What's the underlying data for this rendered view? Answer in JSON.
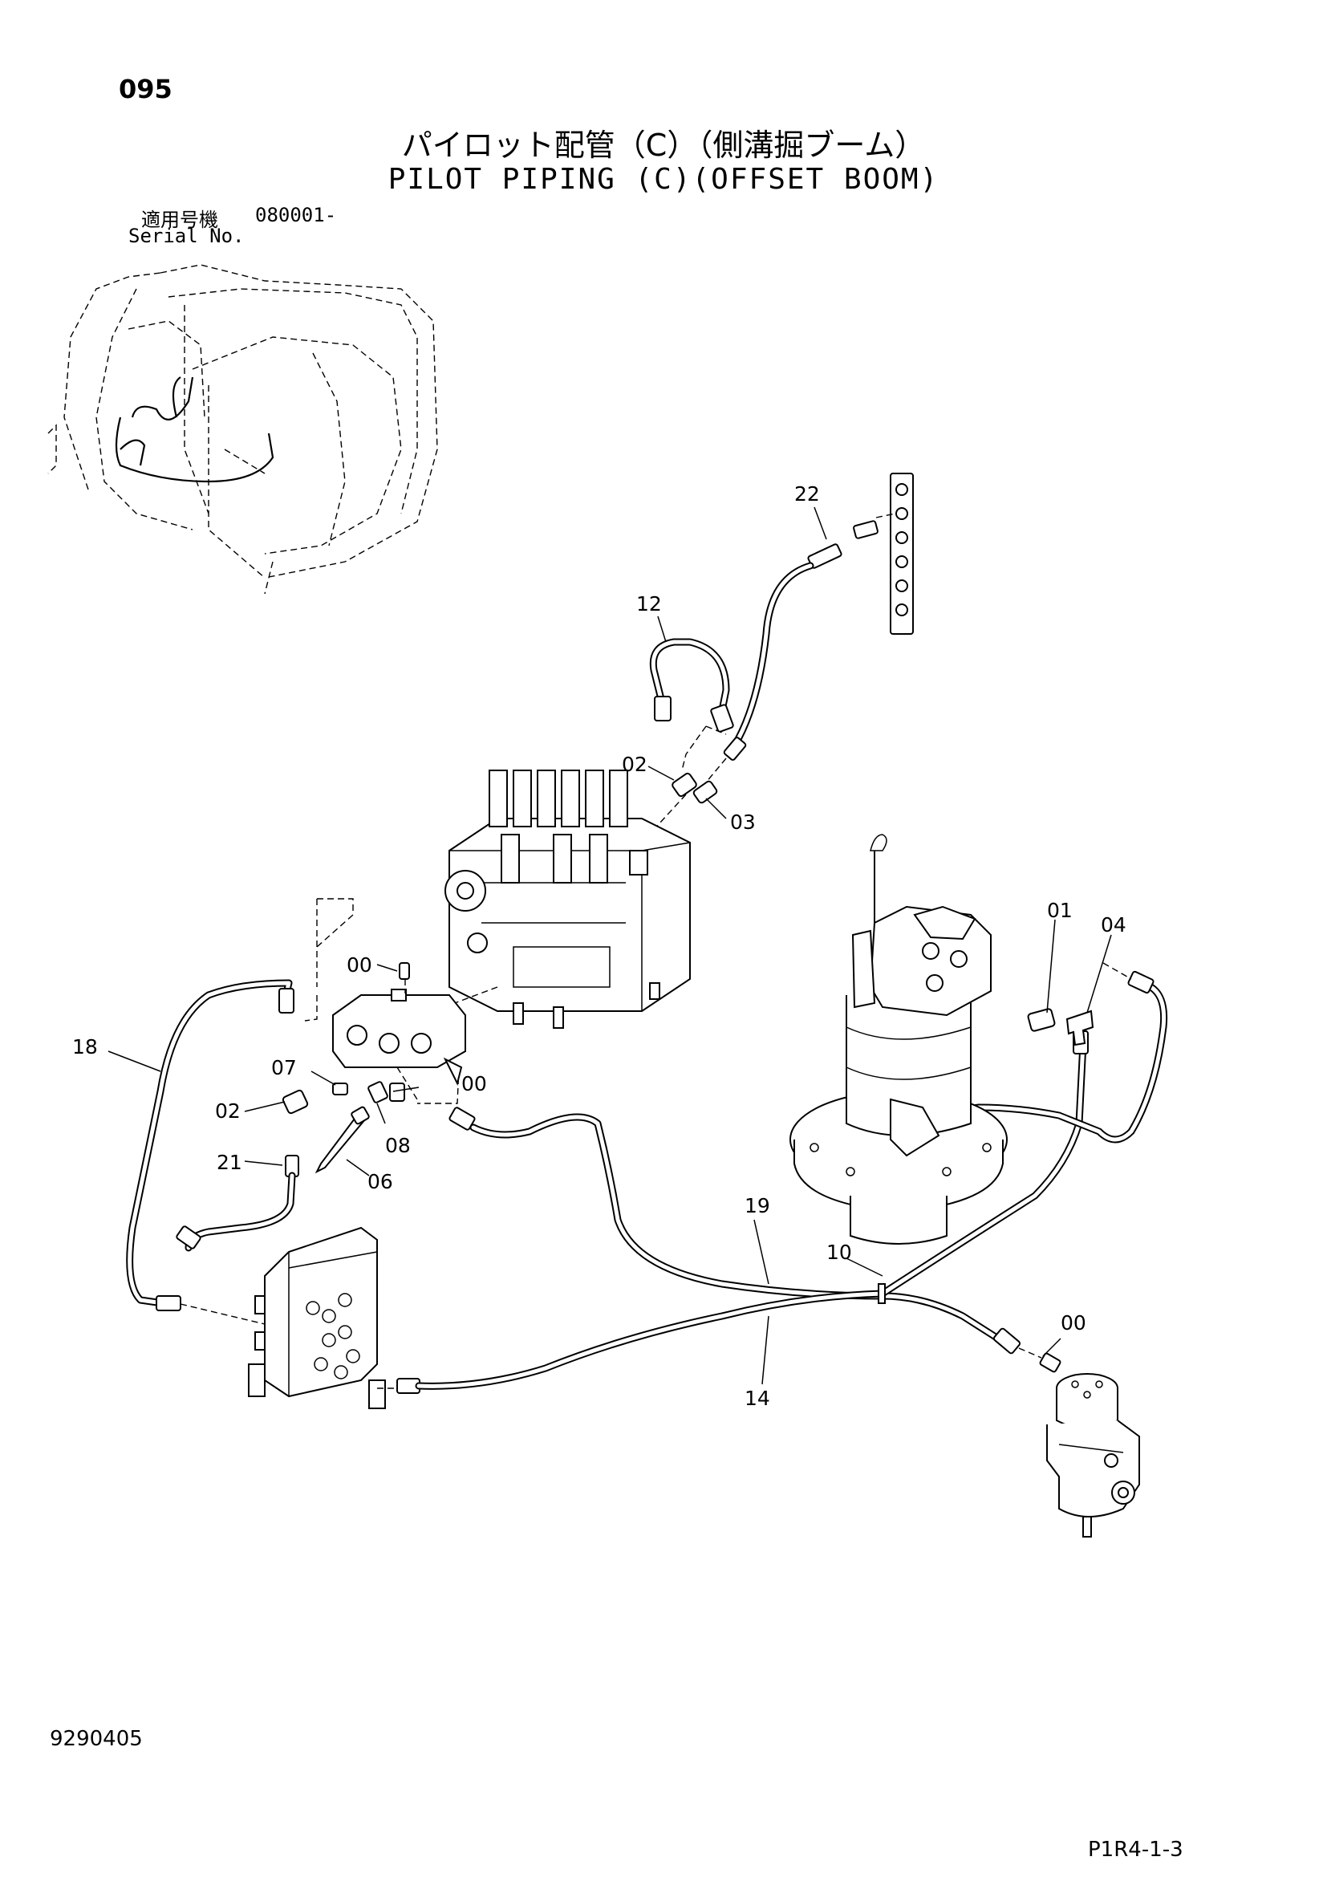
{
  "header": {
    "page_code": "095",
    "title_jp": "パイロット配管（C）（側溝掘ブーム）",
    "title_en": "PILOT PIPING (C)(OFFSET BOOM)",
    "serial_label_jp": "適用号機",
    "serial_value": "080001-",
    "serial_label_en": "Serial No."
  },
  "callouts": [
    {
      "id": "22",
      "label": "22"
    },
    {
      "id": "12",
      "label": "12"
    },
    {
      "id": "02a",
      "label": "02"
    },
    {
      "id": "03",
      "label": "03"
    },
    {
      "id": "01",
      "label": "01"
    },
    {
      "id": "04",
      "label": "04"
    },
    {
      "id": "00a",
      "label": "00"
    },
    {
      "id": "18",
      "label": "18"
    },
    {
      "id": "07",
      "label": "07"
    },
    {
      "id": "00b",
      "label": "00"
    },
    {
      "id": "02b",
      "label": "02"
    },
    {
      "id": "08",
      "label": "08"
    },
    {
      "id": "21",
      "label": "21"
    },
    {
      "id": "06",
      "label": "06"
    },
    {
      "id": "19",
      "label": "19"
    },
    {
      "id": "10",
      "label": "10"
    },
    {
      "id": "00c",
      "label": "00"
    },
    {
      "id": "14",
      "label": "14"
    }
  ],
  "footer": {
    "doc_number": "9290405",
    "page_ref": "P1R4-1-3"
  }
}
